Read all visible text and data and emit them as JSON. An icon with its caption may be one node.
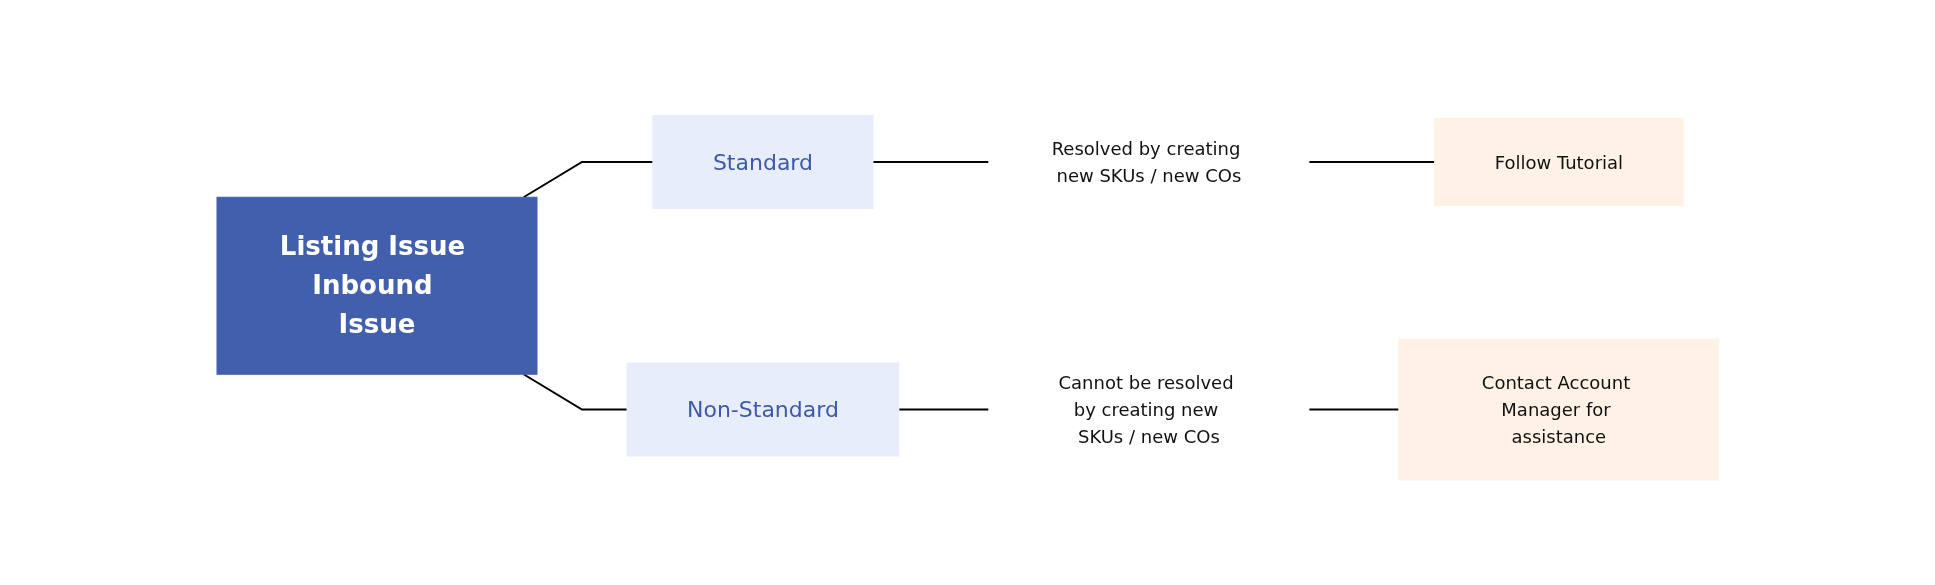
{
  "diagram": {
    "nodes": [
      {
        "text": [
          "Listing Issue Inbound Issue"
        ]
      },
      {
        "text": [
          "Standard"
        ]
      },
      {
        "text": [
          "Non-Standard"
        ]
      },
      {
        "text": [
          "Resolved by creating new SKUs / new COs"
        ]
      },
      {
        "text": [
          "Follow Tutorial"
        ]
      },
      {
        "text": [
          "Cannot be resolved by creating new SKUs / new COs"
        ]
      },
      {
        "text": [
          "Contact Account Manager for assistance"
        ]
      }
    ],
    "edges": [
      {
        "from": 0,
        "to": 1,
        "arrow": "none"
      },
      {
        "from": 0,
        "to": 2,
        "arrow": "none"
      },
      {
        "from": 1,
        "to": 3,
        "arrow": "none"
      },
      {
        "from": 3,
        "to": 4,
        "arrow": "none"
      },
      {
        "from": 2,
        "to": 5,
        "arrow": "none"
      },
      {
        "from": 5,
        "to": 6,
        "arrow": "none"
      }
    ]
  }
}
